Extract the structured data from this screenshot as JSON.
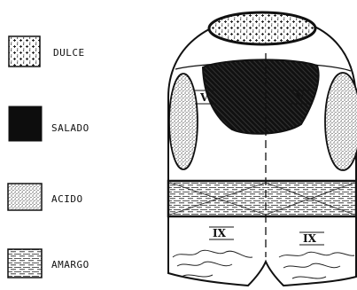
{
  "legend": {
    "items": [
      {
        "id": "dulce",
        "label": "DULCE"
      },
      {
        "id": "salado",
        "label": "SALADO"
      },
      {
        "id": "acido",
        "label": "ACIDO"
      },
      {
        "id": "amargo",
        "label": "AMARGO"
      }
    ]
  },
  "tongue": {
    "nerve_labels": [
      "V",
      "V",
      "IX",
      "IX"
    ]
  }
}
